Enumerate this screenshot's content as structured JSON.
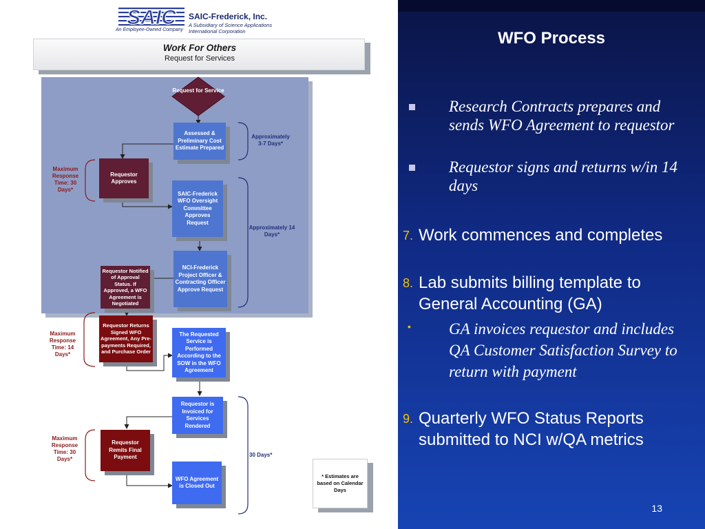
{
  "logo": {
    "mark": "SAIC",
    "tagline": "An Employee-Owned Company",
    "company": "SAIC-Frederick, Inc.",
    "subsidiary_lines": [
      "A Subsidiary of Science Applications",
      "International Corporation"
    ]
  },
  "banner": {
    "title": "Work For Others",
    "subtitle": "Request for Services"
  },
  "flow": {
    "start": "Request for Service",
    "assessed": "Assessed & Preliminary Cost Estimate Prepared",
    "requestor_approves": "Requestor Approves",
    "committee": "SAIC-Frederick WFO Oversight Committee Approves Request",
    "nci_officer": "NCI-Frederick Project Officer & Contracting Officer Approve Request",
    "notified": "Requestor Notified of Approval Status. If Approved, a WFO Agreement is Negotiated",
    "returns_signed": "Requestor Returns Signed WFO Agreement, Any Pre-payments Required, and Purchase Order",
    "performed": "The Requested Service is Performed According to the SOW in the WFO Agreement",
    "invoiced": "Requestor is Invoiced for Services Rendered",
    "remits": "Requestor Remits Final Payment",
    "closed": "WFO Agreement is Closed Out"
  },
  "notes": {
    "days_3_7": "Approximately 3-7 Days*",
    "days_14": "Approximately 14 Days*",
    "days_30": "30 Days*",
    "max_30_a": "Maximum Response Time: 30 Days*",
    "max_14": "Maximum Response Time: 14 Days*",
    "max_30_b": "Maximum Response Time: 30 Days*",
    "estimates": "* Estimates are based on Calendar Days"
  },
  "slide": {
    "title": "WFO Process",
    "sub_bullets_a": [
      "Research Contracts prepares and sends WFO Agreement to requestor",
      "Requestor signs and returns w/in 14 days"
    ],
    "items": [
      {
        "num": "7.",
        "text": "Work commences and completes"
      },
      {
        "num": "8.",
        "text": "Lab submits billing template to General Accounting (GA)"
      },
      {
        "num": "9.",
        "text": "Quarterly WFO Status Reports submitted to NCI w/QA metrics"
      }
    ],
    "sub_bullet_b": {
      "bullet": "•",
      "text": "GA invoices requestor and includes QA Customer Satisfaction Survey to return with payment"
    },
    "page_number": "13"
  },
  "colors": {
    "flow_blue": "#4e76d0",
    "flow_blue_bright": "#3f6bf0",
    "flow_maroon": "#5f1e33",
    "flow_dark_red": "#7b0d10",
    "slide_bg": "#102a84",
    "number_gold": "#f2c200"
  }
}
